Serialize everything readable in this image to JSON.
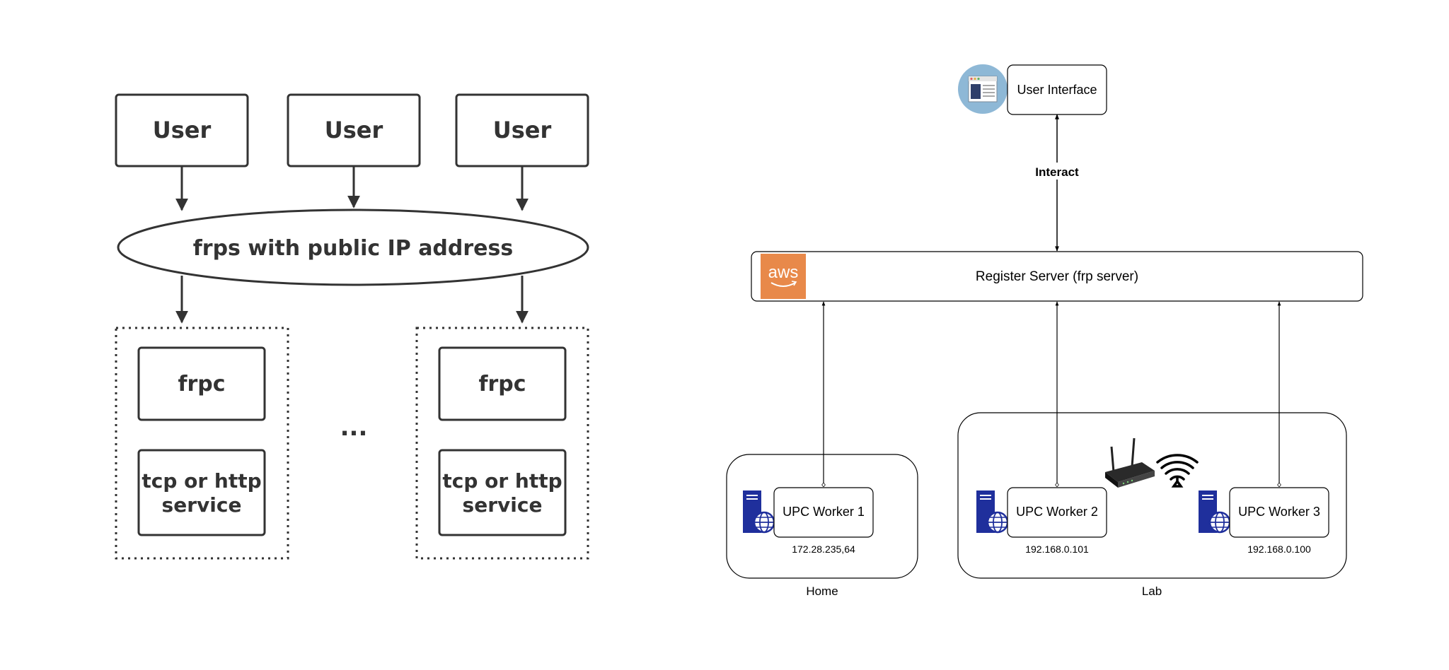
{
  "left_diagram": {
    "users": [
      "User",
      "User",
      "User"
    ],
    "server_label": "frps with public IP address",
    "clients": [
      {
        "frpc_label": "frpc",
        "service_lines": [
          "tcp or http",
          "service"
        ]
      },
      {
        "frpc_label": "frpc",
        "service_lines": [
          "tcp or http",
          "service"
        ]
      }
    ],
    "ellipsis": "..."
  },
  "right_diagram": {
    "user_interface_label": "User Interface",
    "interact_label": "Interact",
    "register_server_label": "Register Server (frp server)",
    "aws_logo_text": "aws",
    "workers": [
      {
        "label": "UPC Worker 1",
        "ip": "172.28.235,64"
      },
      {
        "label": "UPC Worker 2",
        "ip": "192.168.0.101"
      },
      {
        "label": "UPC Worker 3",
        "ip": "192.168.0.100"
      }
    ],
    "groups": [
      "Home",
      "Lab"
    ]
  },
  "colors": {
    "aws_orange": "#E8894A",
    "server_icon_blue": "#1F2F9C",
    "ui_icon_circle": "#8EB8D6"
  },
  "icons": [
    "browser-window-icon",
    "aws-logo-icon",
    "server-icon",
    "router-icon",
    "wifi-icon"
  ]
}
